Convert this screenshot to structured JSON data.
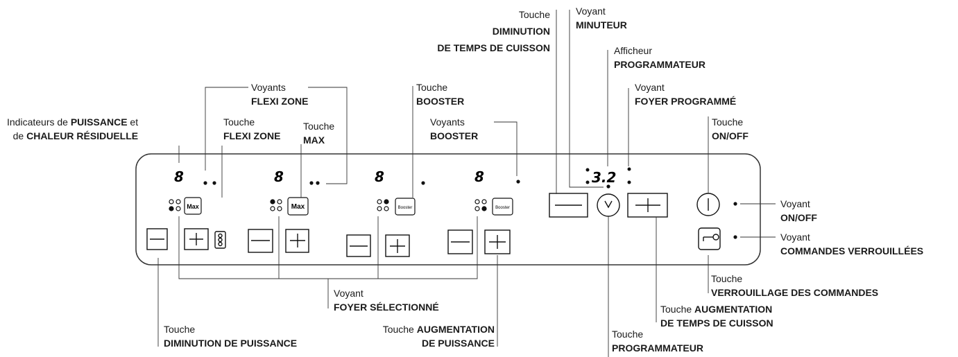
{
  "labels": {
    "puissance_indicators": {
      "line1_prefix": "Indicateurs de ",
      "line1_bold": "PUISSANCE",
      "line1_suffix": " et",
      "line2_prefix": "de ",
      "line2_bold": "CHALEUR RÉSIDUELLE"
    },
    "voyants_flexi": {
      "line1": "Voyants",
      "line2": "FLEXI ZONE"
    },
    "touche_flexi": {
      "line1": "Touche",
      "line2": "FLEXI ZONE"
    },
    "touche_max": {
      "line1": "Touche",
      "line2": "MAX"
    },
    "touche_booster": {
      "line1": "Touche",
      "line2": "BOOSTER"
    },
    "voyants_booster": {
      "line1": "Voyants",
      "line2": "BOOSTER"
    },
    "touche_dim_temps": {
      "line1": "Touche",
      "line2": "DIMINUTION",
      "line3": "DE TEMPS DE CUISSON"
    },
    "voyant_minuteur": {
      "line1": "Voyant",
      "line2": "MINUTEUR"
    },
    "afficheur_prog": {
      "line1": "Afficheur",
      "line2": "PROGRAMMATEUR"
    },
    "voyant_foyer_prog": {
      "line1": "Voyant",
      "line2": "FOYER PROGRAMMÉ"
    },
    "touche_onoff": {
      "line1": "Touche",
      "line2": "ON/OFF"
    },
    "voyant_onoff": {
      "line1": "Voyant",
      "line2": "ON/OFF"
    },
    "voyant_cmd_verr": {
      "line1": "Voyant",
      "line2": "COMMANDES VERROUILLÉES"
    },
    "touche_verr_cmd": {
      "line1": "Touche",
      "line2": "VERROUILLAGE DES COMMANDES"
    },
    "touche_aug_temps": {
      "line1_prefix": "Touche ",
      "line1_bold": "AUGMENTATION",
      "line2": "DE TEMPS DE CUISSON"
    },
    "touche_programmateur": {
      "line1": "Touche",
      "line2": "PROGRAMMATEUR"
    },
    "voyant_foyer_sel": {
      "line1": "Voyant",
      "line2": "FOYER SÉLECTIONNÉ"
    },
    "touche_dim_puissance": {
      "line1": "Touche",
      "line2": "DIMINUTION DE PUISSANCE"
    },
    "touche_aug_puissance": {
      "line1_prefix": "Touche ",
      "line1_bold": "AUGMENTATION",
      "line2": "DE PUISSANCE"
    }
  },
  "panel": {
    "zone_digit": "8",
    "timer_display": "3.2",
    "max_label": "Max",
    "booster_label": "Booster"
  }
}
